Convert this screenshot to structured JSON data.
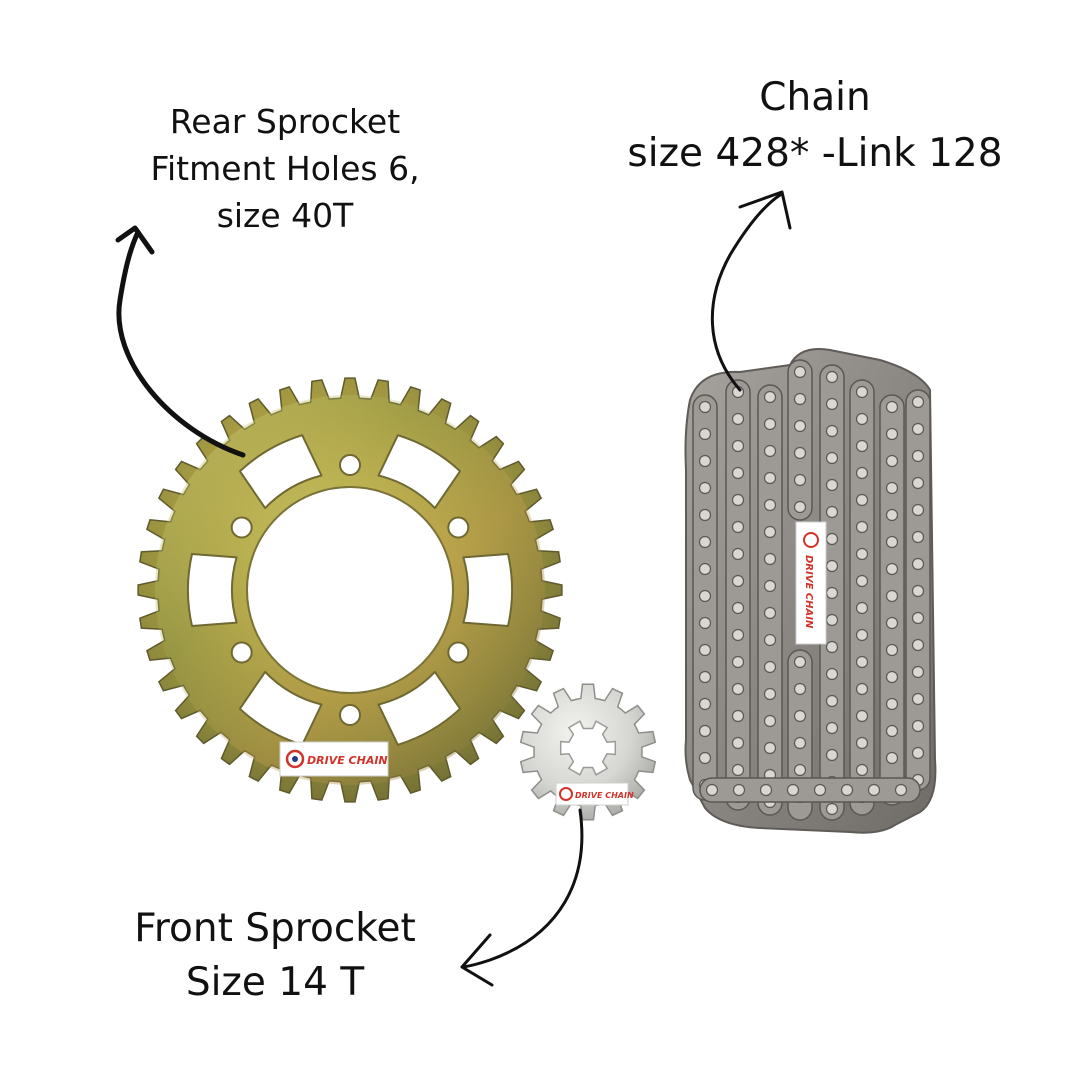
{
  "labels": {
    "rear_sprocket": {
      "line1": "Rear Sprocket",
      "line2": "Fitment Holes 6,",
      "line3": "size 40T"
    },
    "chain": {
      "line1": "Chain",
      "line2": "size 428* -Link 128"
    },
    "front_sprocket": {
      "line1": "Front Sprocket",
      "line2": "Size 14 T"
    }
  },
  "brand": "DRIVE CHAIN",
  "colors": {
    "text": "#111111",
    "rear_sprocket_gold": "#b5a245",
    "front_sprocket_silver": "#d8d8d4",
    "chain_steel": "#8f8b86",
    "brand_red": "#d2332a",
    "background": "#ffffff"
  },
  "items": {
    "rear_sprocket_teeth": 40,
    "front_sprocket_teeth": 14,
    "rear_fitment_holes": 6
  }
}
